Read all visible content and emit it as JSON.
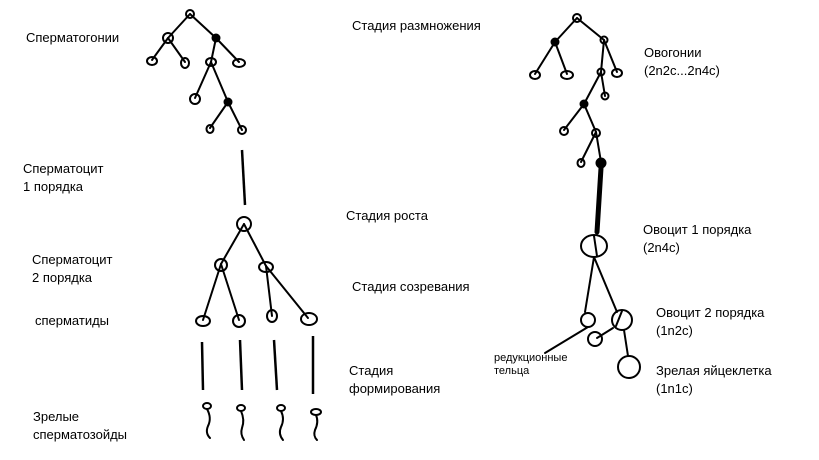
{
  "labels": {
    "spermatogonia": "Сперматогонии",
    "spermatocyte1": [
      "Сперматоцит",
      "1 порядка"
    ],
    "spermatocyte2": [
      "Сперматоцит",
      "2 порядка"
    ],
    "spermatids": "сперматиды",
    "mature_sperm": [
      "Зрелые",
      "сперматозойды"
    ],
    "stage_reproduction": "Стадия размножения",
    "stage_growth": "Стадия роста",
    "stage_maturation": "Стадия созревания",
    "stage_formation": [
      "Стадия",
      "формирования"
    ],
    "oogonia": [
      "Овогонии",
      "(2n2c...2n4c)"
    ],
    "oocyte1": [
      "Овоцит 1 порядка",
      "(2n4c)"
    ],
    "oocyte2": [
      "Овоцит 2 порядка",
      "(1n2c)"
    ],
    "polar_bodies": [
      "редукционные",
      "тельца"
    ],
    "mature_egg": [
      "Зрелая яйцеклетка",
      "(1n1c)"
    ]
  }
}
